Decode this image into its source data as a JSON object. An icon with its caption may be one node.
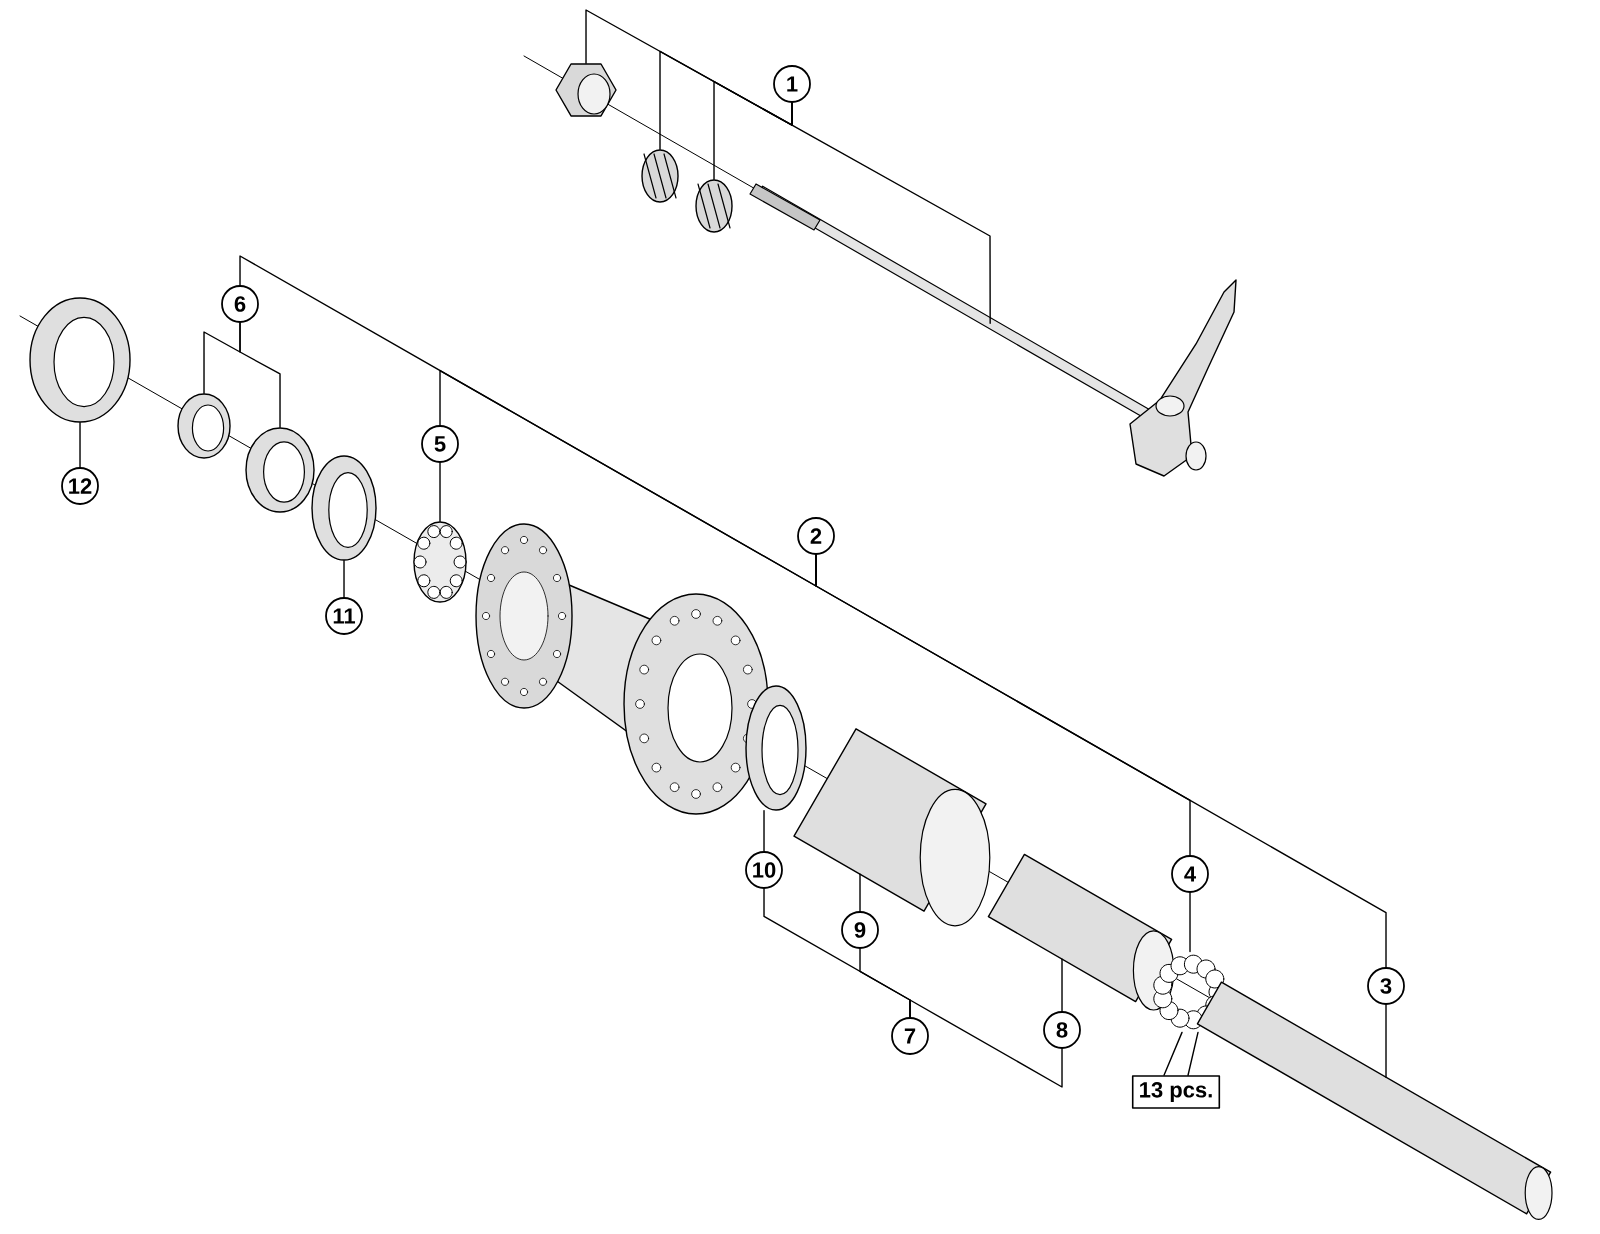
{
  "diagram": {
    "nodes": [
      {
        "text": [
          "1"
        ]
      },
      {
        "text": [],
        "shape": "picture"
      },
      {
        "text": [],
        "shape": "picture"
      },
      {
        "text": [],
        "shape": "picture"
      },
      {
        "text": [],
        "shape": "picture"
      },
      {
        "text": [
          "2"
        ]
      },
      {
        "text": [
          "6"
        ]
      },
      {
        "text": [],
        "shape": "picture"
      },
      {
        "text": [],
        "shape": "picture"
      },
      {
        "text": [
          "12"
        ]
      },
      {
        "text": [],
        "shape": "picture"
      },
      {
        "text": [
          "11"
        ]
      },
      {
        "text": [],
        "shape": "picture"
      },
      {
        "text": [
          "5"
        ]
      },
      {
        "text": [],
        "shape": "picture"
      },
      {
        "text": [
          "10"
        ]
      },
      {
        "text": [],
        "shape": "picture"
      },
      {
        "text": [
          "9"
        ]
      },
      {
        "text": [],
        "shape": "picture"
      },
      {
        "text": [
          "7"
        ]
      },
      {
        "text": [
          "8"
        ]
      },
      {
        "text": [],
        "shape": "picture"
      },
      {
        "text": [
          "4"
        ]
      },
      {
        "text": [],
        "shape": "picture"
      },
      {
        "text": [
          "13 pcs."
        ]
      },
      {
        "text": [
          "3"
        ]
      },
      {
        "text": [],
        "shape": "picture"
      }
    ],
    "edges": [
      {
        "from": 0,
        "to": 1,
        "arrow": "none"
      },
      {
        "from": 0,
        "to": 2,
        "arrow": "none"
      },
      {
        "from": 0,
        "to": 3,
        "arrow": "none"
      },
      {
        "from": 0,
        "to": 4,
        "arrow": "none"
      },
      {
        "from": 5,
        "to": 6,
        "arrow": "none"
      },
      {
        "from": 5,
        "to": 13,
        "arrow": "none"
      },
      {
        "from": 5,
        "to": 22,
        "arrow": "none"
      },
      {
        "from": 5,
        "to": 25,
        "arrow": "none"
      },
      {
        "from": 6,
        "to": 7,
        "arrow": "none"
      },
      {
        "from": 6,
        "to": 8,
        "arrow": "none"
      },
      {
        "from": 9,
        "to": 10,
        "arrow": "none"
      },
      {
        "from": 11,
        "to": 12,
        "arrow": "none"
      },
      {
        "from": 13,
        "to": 14,
        "arrow": "none"
      },
      {
        "from": 15,
        "to": 16,
        "arrow": "none"
      },
      {
        "from": 17,
        "to": 18,
        "arrow": "none"
      },
      {
        "from": 19,
        "to": 15,
        "arrow": "none"
      },
      {
        "from": 19,
        "to": 17,
        "arrow": "none"
      },
      {
        "from": 19,
        "to": 20,
        "arrow": "none"
      },
      {
        "from": 20,
        "to": 21,
        "arrow": "none"
      },
      {
        "from": 22,
        "to": 23,
        "arrow": "none"
      },
      {
        "from": 24,
        "to": 23,
        "arrow": "none"
      },
      {
        "from": 25,
        "to": 26,
        "arrow": "none"
      }
    ]
  }
}
